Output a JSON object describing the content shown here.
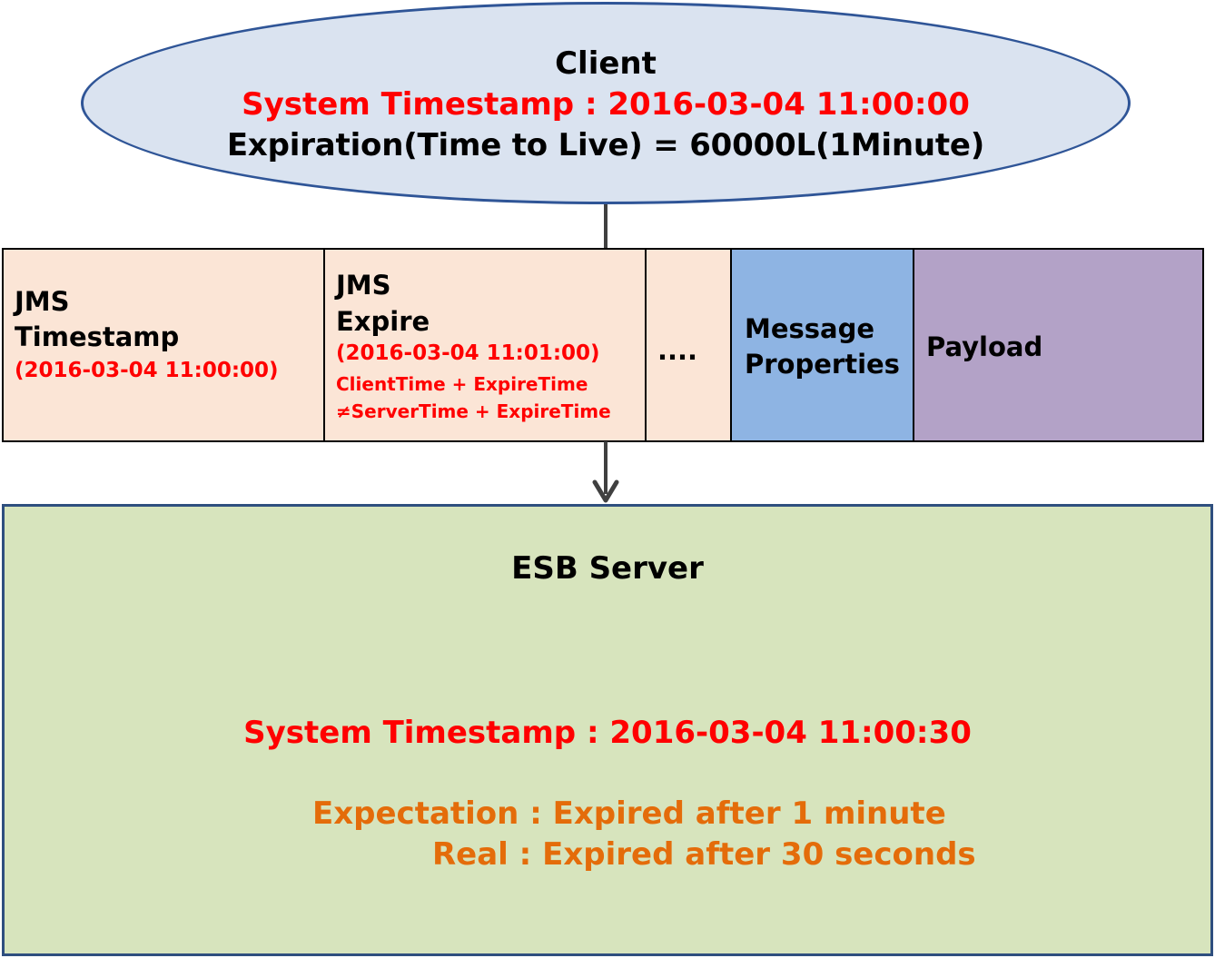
{
  "client": {
    "title": "Client",
    "system_timestamp": "System Timestamp : 2016-03-04 11:00:00",
    "expiration": "Expiration(Time to Live) = 60000L(1Minute)"
  },
  "message": {
    "timestamp": {
      "line1": "JMS",
      "line2": "Timestamp",
      "value": "(2016-03-04 11:00:00)"
    },
    "expire": {
      "line1": "JMS",
      "line2": "Expire",
      "value": "(2016-03-04 11:01:00)",
      "formula1": "ClientTime + ExpireTime",
      "formula2": "≠ServerTime + ExpireTime"
    },
    "more": "....",
    "properties": {
      "line1": "Message",
      "line2": "Properties"
    },
    "payload": "Payload"
  },
  "esb": {
    "title": "ESB Server",
    "system_timestamp": "System Timestamp : 2016-03-04 11:00:30",
    "expectation": "Expectation : Expired after 1 minute",
    "real": "Real : Expired after 30 seconds"
  },
  "colors": {
    "client_fill": "#dae3f0",
    "client_border": "#2f5597",
    "segment_fill": "#fbe5d6",
    "properties_fill": "#8eb4e3",
    "payload_fill": "#b3a2c7",
    "esb_fill": "#d7e4bd",
    "highlight_red": "#ff0000",
    "highlight_orange": "#e46c0a"
  }
}
